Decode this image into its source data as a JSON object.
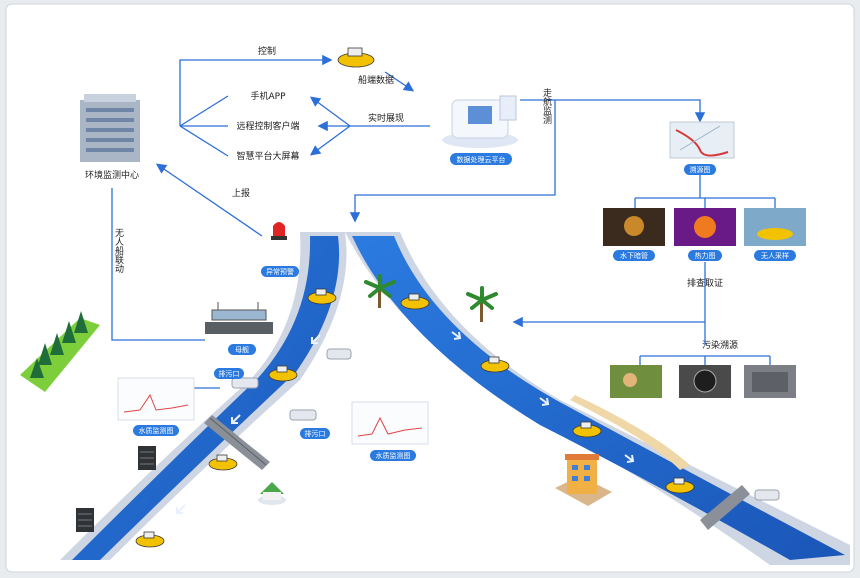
{
  "labels": {
    "control": "控制",
    "ship_data": "船端数据",
    "mobile_app": "手机APP",
    "remote_client": "远程控制客户端",
    "big_screen": "智慧平台大屏幕",
    "realtime": "实时展现",
    "data_platform": "数据处理云平台",
    "cruise_monitor": "走航监测",
    "env_center": "环境监测中心",
    "report": "上报",
    "uav_link": "无人船联动",
    "trace_map": "溯源图",
    "underwater": "水下暗管",
    "thermal": "热力图",
    "sampling": "无人采样",
    "evidence": "排查取证",
    "pollution_trace": "污染溯源",
    "alarm": "异常预警",
    "mothership": "母舰",
    "outfall1": "排污口",
    "outfall2": "排污口",
    "wq_chart1": "水质监测图",
    "wq_chart2": "水质监测图"
  },
  "colors": {
    "arrow": "#2d6fd8",
    "river": "#1d5fc4",
    "bank": "#cfd6e3",
    "boat": "#f2c200",
    "pill": "#2a7ae0"
  }
}
